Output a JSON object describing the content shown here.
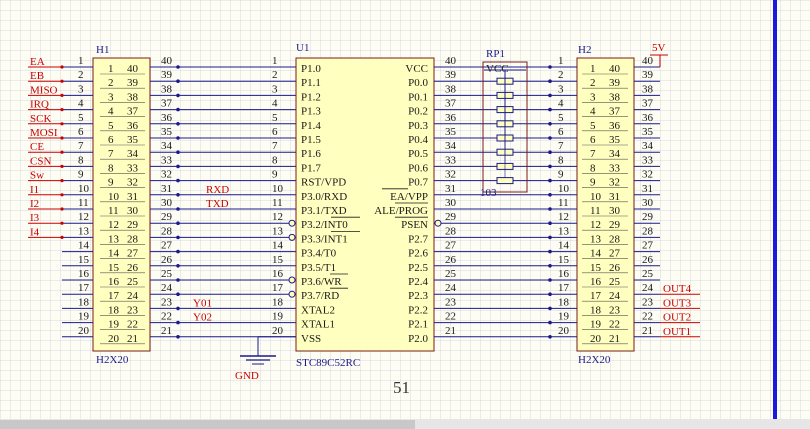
{
  "h1": {
    "ref": "H1",
    "type": "H2X20",
    "outer_left": [
      "1",
      "2",
      "3",
      "4",
      "5",
      "6",
      "7",
      "8",
      "9",
      "10",
      "11",
      "12",
      "13",
      "14",
      "15",
      "16",
      "17",
      "18",
      "19",
      "20"
    ],
    "outer_right": [
      "40",
      "39",
      "38",
      "37",
      "36",
      "35",
      "34",
      "33",
      "32",
      "31",
      "30",
      "29",
      "28",
      "27",
      "26",
      "25",
      "24",
      "23",
      "22",
      "21"
    ],
    "signals": [
      "EA",
      "EB",
      "MISO",
      "IRQ",
      "SCK",
      "MOSI",
      "CE",
      "CSN",
      "Sw",
      "I1",
      "I2",
      "I3",
      "I4"
    ]
  },
  "u1": {
    "ref": "U1",
    "type": "STC89C52RC",
    "left_pins": [
      "P1.0",
      "P1.1",
      "P1.2",
      "P1.3",
      "P1.4",
      "P1.5",
      "P1.6",
      "P1.7",
      "RST/VPD",
      "P3.0/RXD",
      "P3.1/TXD",
      "P3.2/INT0",
      "P3.3/INT1",
      "P3.4/T0",
      "P3.5/T1",
      "P3.6/WR",
      "P3.7/RD",
      "XTAL2",
      "XTAL1",
      "VSS"
    ],
    "right_pins": [
      "VCC",
      "P0.0",
      "P0.1",
      "P0.2",
      "P0.3",
      "P0.4",
      "P0.5",
      "P0.6",
      "P0.7",
      "EA/VPP",
      "ALE/PROG",
      "PSEN",
      "P2.7",
      "P2.6",
      "P2.5",
      "P2.4",
      "P2.3",
      "P2.2",
      "P2.1",
      "P2.0"
    ],
    "left_nums": [
      "1",
      "2",
      "3",
      "4",
      "5",
      "6",
      "7",
      "8",
      "9",
      "10",
      "11",
      "12",
      "13",
      "14",
      "15",
      "16",
      "17",
      "18",
      "19",
      "20"
    ],
    "right_nums": [
      "40",
      "39",
      "38",
      "37",
      "36",
      "35",
      "34",
      "33",
      "32",
      "31",
      "30",
      "29",
      "28",
      "27",
      "26",
      "25",
      "24",
      "23",
      "22",
      "21"
    ],
    "net_left": {
      "rxd": "RXD",
      "txd": "TXD",
      "y01": "Y01",
      "y02": "Y02"
    }
  },
  "rp1": {
    "ref": "RP1",
    "value": "VCC",
    "code": "103"
  },
  "h2": {
    "ref": "H2",
    "type": "H2X20",
    "power": "5V",
    "outputs": [
      "OUT4",
      "OUT3",
      "OUT2",
      "OUT1"
    ]
  },
  "gnd": "GND",
  "page_number": "51",
  "colors": {
    "wire": "#1a1a8c",
    "label_red": "#cc0000",
    "part_fill": "#ffffc0",
    "part_border": "#7a1a1a"
  }
}
